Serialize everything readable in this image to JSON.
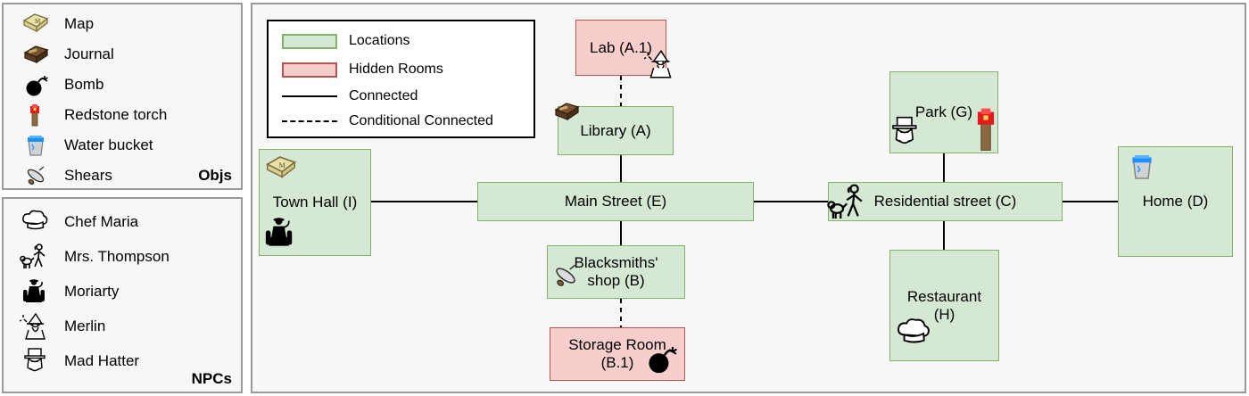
{
  "objs_panel": {
    "caption": "Objs",
    "items": [
      {
        "label": "Map",
        "icon": "map-icon"
      },
      {
        "label": "Journal",
        "icon": "journal-icon"
      },
      {
        "label": "Bomb",
        "icon": "bomb-icon"
      },
      {
        "label": "Redstone torch",
        "icon": "redstone-torch-icon"
      },
      {
        "label": "Water bucket",
        "icon": "water-bucket-icon"
      },
      {
        "label": "Shears",
        "icon": "shears-icon"
      }
    ]
  },
  "npcs_panel": {
    "caption": "NPCs",
    "items": [
      {
        "label": "Chef Maria",
        "icon": "chef-hat-icon"
      },
      {
        "label": "Mrs. Thompson",
        "icon": "woman-with-dog-icon"
      },
      {
        "label": "Moriarty",
        "icon": "man-in-armchair-icon"
      },
      {
        "label": "Merlin",
        "icon": "wizard-icon"
      },
      {
        "label": "Mad Hatter",
        "icon": "top-hat-man-icon"
      }
    ]
  },
  "map_legend": {
    "rows": [
      {
        "label": "Locations",
        "key": "green-swatch"
      },
      {
        "label": "Hidden Rooms",
        "key": "red-swatch"
      },
      {
        "label": "Connected",
        "key": "solid-line"
      },
      {
        "label": "Conditional Connected",
        "key": "dashed-line"
      }
    ]
  },
  "colors": {
    "location_fill": "#d5e8d4",
    "location_stroke": "#82b366",
    "hidden_fill": "#f8cecc",
    "hidden_stroke": "#b85450",
    "edge": "#000000",
    "panel_bg": "#f7f7f7",
    "panel_border": "#9a9a9a"
  },
  "graph": {
    "nodes": [
      {
        "id": "A1",
        "label": "Lab (A.1)",
        "type": "hidden",
        "icons": [
          "wizard-icon"
        ]
      },
      {
        "id": "A",
        "label": "Library (A)",
        "type": "location",
        "icons": [
          "journal-icon"
        ]
      },
      {
        "id": "I",
        "label": "Town Hall (I)",
        "type": "location",
        "icons": [
          "map-icon",
          "man-in-armchair-icon"
        ]
      },
      {
        "id": "E",
        "label": "Main Street (E)",
        "type": "location",
        "icons": []
      },
      {
        "id": "B",
        "label": "Blacksmiths'\nshop (B)",
        "type": "location",
        "icons": [
          "shears-icon"
        ]
      },
      {
        "id": "B1",
        "label": "Storage Room\n(B.1)",
        "type": "hidden",
        "icons": [
          "bomb-icon"
        ]
      },
      {
        "id": "G",
        "label": "Park (G)",
        "type": "location",
        "icons": [
          "top-hat-man-icon",
          "redstone-torch-icon"
        ]
      },
      {
        "id": "C",
        "label": "Residential street (C)",
        "type": "location",
        "icons": [
          "woman-with-dog-icon"
        ]
      },
      {
        "id": "H",
        "label": "Restaurant\n(H)",
        "type": "location",
        "icons": [
          "chef-hat-icon"
        ]
      },
      {
        "id": "D",
        "label": "Home (D)",
        "type": "location",
        "icons": [
          "water-bucket-icon"
        ]
      }
    ],
    "edges": [
      {
        "from": "A1",
        "to": "A",
        "style": "conditional"
      },
      {
        "from": "A",
        "to": "E",
        "style": "connected"
      },
      {
        "from": "I",
        "to": "E",
        "style": "connected"
      },
      {
        "from": "E",
        "to": "B",
        "style": "connected"
      },
      {
        "from": "B",
        "to": "B1",
        "style": "conditional"
      },
      {
        "from": "E",
        "to": "C",
        "style": "connected"
      },
      {
        "from": "G",
        "to": "C",
        "style": "connected"
      },
      {
        "from": "C",
        "to": "H",
        "style": "connected"
      },
      {
        "from": "C",
        "to": "D",
        "style": "connected"
      }
    ]
  }
}
